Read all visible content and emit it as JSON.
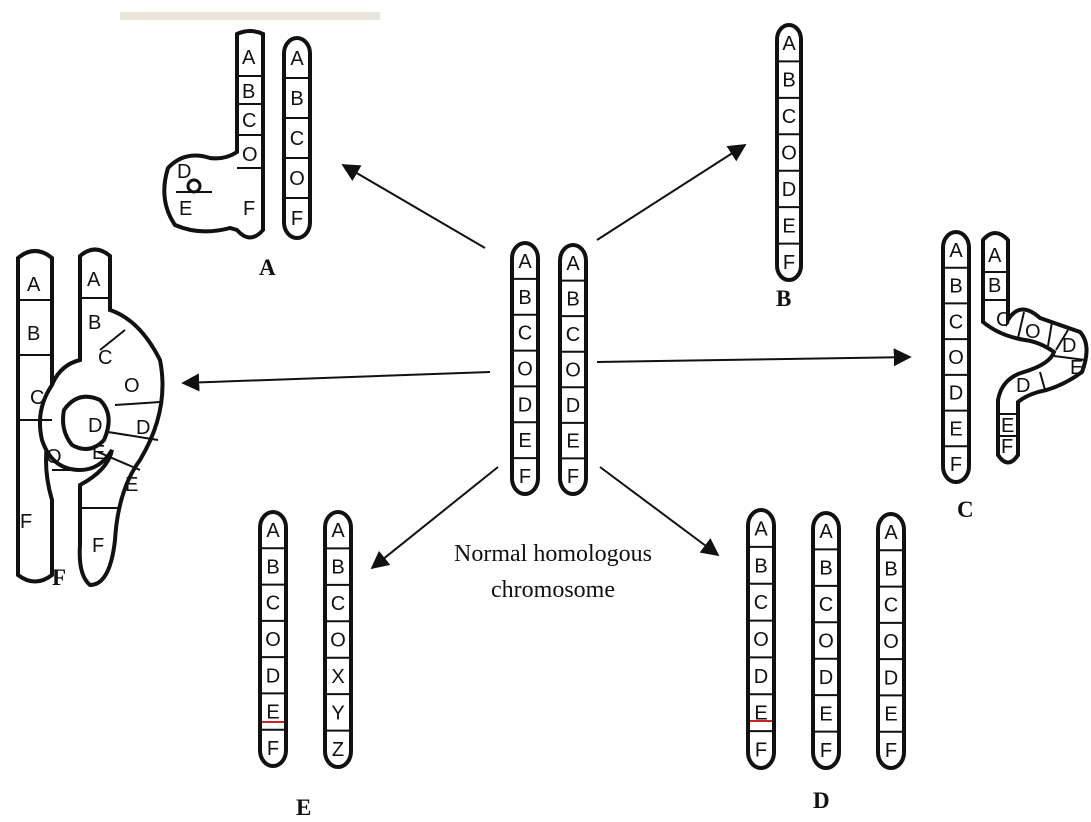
{
  "caption": [
    "Normal homologous",
    "chromosome"
  ],
  "normal": {
    "left": [
      "A",
      "B",
      "C",
      "O",
      "D",
      "E",
      "F"
    ],
    "right": [
      "A",
      "B",
      "C",
      "O",
      "D",
      "E",
      "F"
    ]
  },
  "panels": {
    "A": {
      "label": "A",
      "loop_bands": [
        "D",
        "E"
      ],
      "left": [
        "A",
        "B",
        "C",
        "O",
        "F"
      ],
      "right": [
        "A",
        "B",
        "C",
        "O",
        "F"
      ]
    },
    "B": {
      "label": "B",
      "bands": [
        "A",
        "B",
        "C",
        "O",
        "D",
        "E",
        "F"
      ]
    },
    "C": {
      "label": "C",
      "left": [
        "A",
        "B",
        "C",
        "O",
        "D",
        "E",
        "F"
      ],
      "right": [
        "A",
        "B",
        "C",
        "O",
        "D",
        "E",
        "D",
        "E",
        "F"
      ]
    },
    "D": {
      "label": "D",
      "chromosomes": [
        [
          "A",
          "B",
          "C",
          "O",
          "D",
          "E",
          "F"
        ],
        [
          "A",
          "B",
          "C",
          "O",
          "D",
          "E",
          "F"
        ],
        [
          "A",
          "B",
          "C",
          "O",
          "D",
          "E",
          "F"
        ]
      ]
    },
    "E": {
      "label": "E",
      "left": [
        "A",
        "B",
        "C",
        "O",
        "D",
        "E",
        "F"
      ],
      "right": [
        "A",
        "B",
        "C",
        "O",
        "X",
        "Y",
        "Z"
      ]
    },
    "F": {
      "label": "F",
      "left": [
        "A",
        "B",
        "C",
        "D",
        "E",
        "O",
        "F"
      ],
      "right": [
        "A",
        "B",
        "C",
        "O",
        "D",
        "E",
        "F"
      ]
    }
  },
  "colors": {
    "ink": "#111111",
    "break_mark": "#cc2222"
  }
}
